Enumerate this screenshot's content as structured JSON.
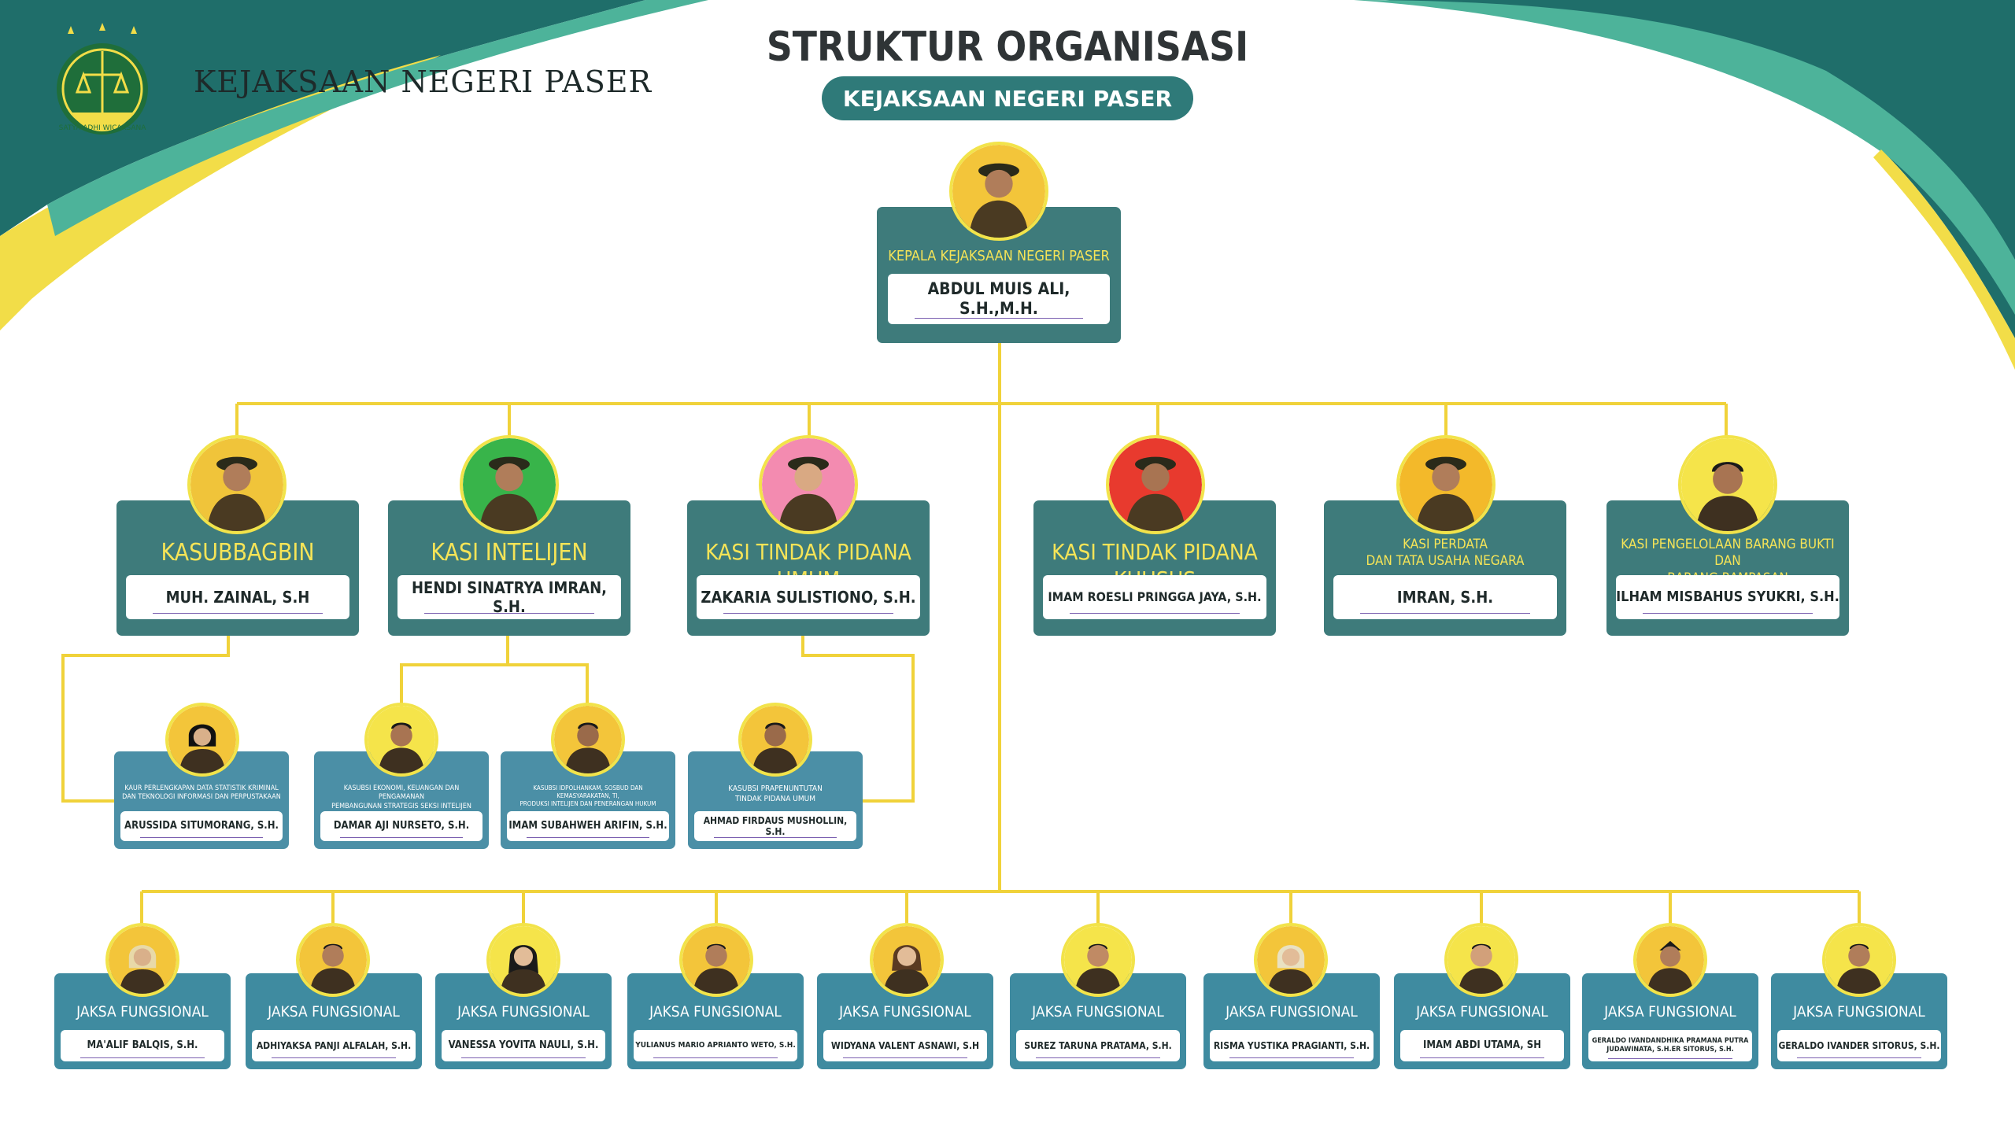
{
  "header": {
    "brand_name": "KEJAKSAAN NEGERI PASER",
    "logo_motto": "SATYA ADHI WICAKSANA",
    "title": "STRUKTUR ORGANISASI",
    "subtitle": "KEJAKSAAN NEGERI PASER"
  },
  "colors": {
    "teal_dark": "#1f6e6a",
    "teal_mid": "#3e7b7b",
    "teal_blue": "#3f8ba0",
    "accent_yellow": "#f2e34a",
    "line_yellow": "#f0d23a",
    "role_text": "#f6e457"
  },
  "head": {
    "role": "KEPALA KEJAKSAAN NEGERI PASER",
    "name": "ABDUL MUIS ALI, S.H.,M.H."
  },
  "level2": [
    {
      "role": "KASUBBAGBIN",
      "name": "MUH. ZAINAL, S.H"
    },
    {
      "role": "KASI INTELIJEN",
      "name": "HENDI SINATRYA IMRAN, S.H."
    },
    {
      "role": "KASI TINDAK PIDANA UMUM",
      "name": "ZAKARIA SULISTIONO, S.H."
    },
    {
      "role": "KASI TINDAK PIDANA KHUSUS",
      "name": "IMAM ROESLI PRINGGA JAYA, S.H."
    },
    {
      "role": "KASI PERDATA\nDAN TATA USAHA NEGARA",
      "name": "IMRAN, S.H."
    },
    {
      "role": "KASI PENGELOLAAN BARANG BUKTI DAN\nBARANG RAMPASAN",
      "name": "ILHAM MISBAHUS SYUKRI, S.H."
    }
  ],
  "level3": [
    {
      "role": "KAUR PERLENGKAPAN DATA STATISTIK KRIMINAL\nDAN TEKNOLOGI INFORMASI DAN PERPUSTAKAAN",
      "name": "ARUSSIDA SITUMORANG, S.H."
    },
    {
      "role": "KASUBSI EKONOMI, KEUANGAN DAN PENGAMANAN\nPEMBANGUNAN STRATEGIS SEKSI INTELIJEN",
      "name": "DAMAR AJI NURSETO, S.H."
    },
    {
      "role": "KASUBSI IDPOLHANKAM, SOSBUD DAN KEMASYARAKATAN, TI,\nPRODUKSI INTELIJEN DAN PENERANGAN HUKUM",
      "name": "IMAM SUBAHWEH ARIFIN, S.H."
    },
    {
      "role": "KASUBSI PRAPENUNTUTAN\nTINDAK PIDANA UMUM",
      "name": "AHMAD FIRDAUS MUSHOLLIN, S.H."
    }
  ],
  "jaksa": [
    {
      "role": "JAKSA FUNGSIONAL",
      "name": "MA'ALIF BALQIS, S.H."
    },
    {
      "role": "JAKSA FUNGSIONAL",
      "name": "ADHIYAKSA PANJI ALFALAH, S.H."
    },
    {
      "role": "JAKSA FUNGSIONAL",
      "name": "VANESSA YOVITA NAULI, S.H."
    },
    {
      "role": "JAKSA FUNGSIONAL",
      "name": "YULIANUS MARIO APRIANTO WETO, S.H."
    },
    {
      "role": "JAKSA FUNGSIONAL",
      "name": "WIDYANA VALENT ASNAWI, S.H"
    },
    {
      "role": "JAKSA FUNGSIONAL",
      "name": "SUREZ TARUNA PRATAMA, S.H."
    },
    {
      "role": "JAKSA FUNGSIONAL",
      "name": "RISMA YUSTIKA PRAGIANTI, S.H."
    },
    {
      "role": "JAKSA FUNGSIONAL",
      "name": "IMAM ABDI UTAMA, SH"
    },
    {
      "role": "JAKSA FUNGSIONAL",
      "name": "GERALDO IVANDANDHIKA PRAMANA PUTRA\nJUDAWINATA, S.H.ER SITORUS, S.H."
    },
    {
      "role": "JAKSA FUNGSIONAL",
      "name": "GERALDO IVANDER SITORUS, S.H."
    }
  ]
}
